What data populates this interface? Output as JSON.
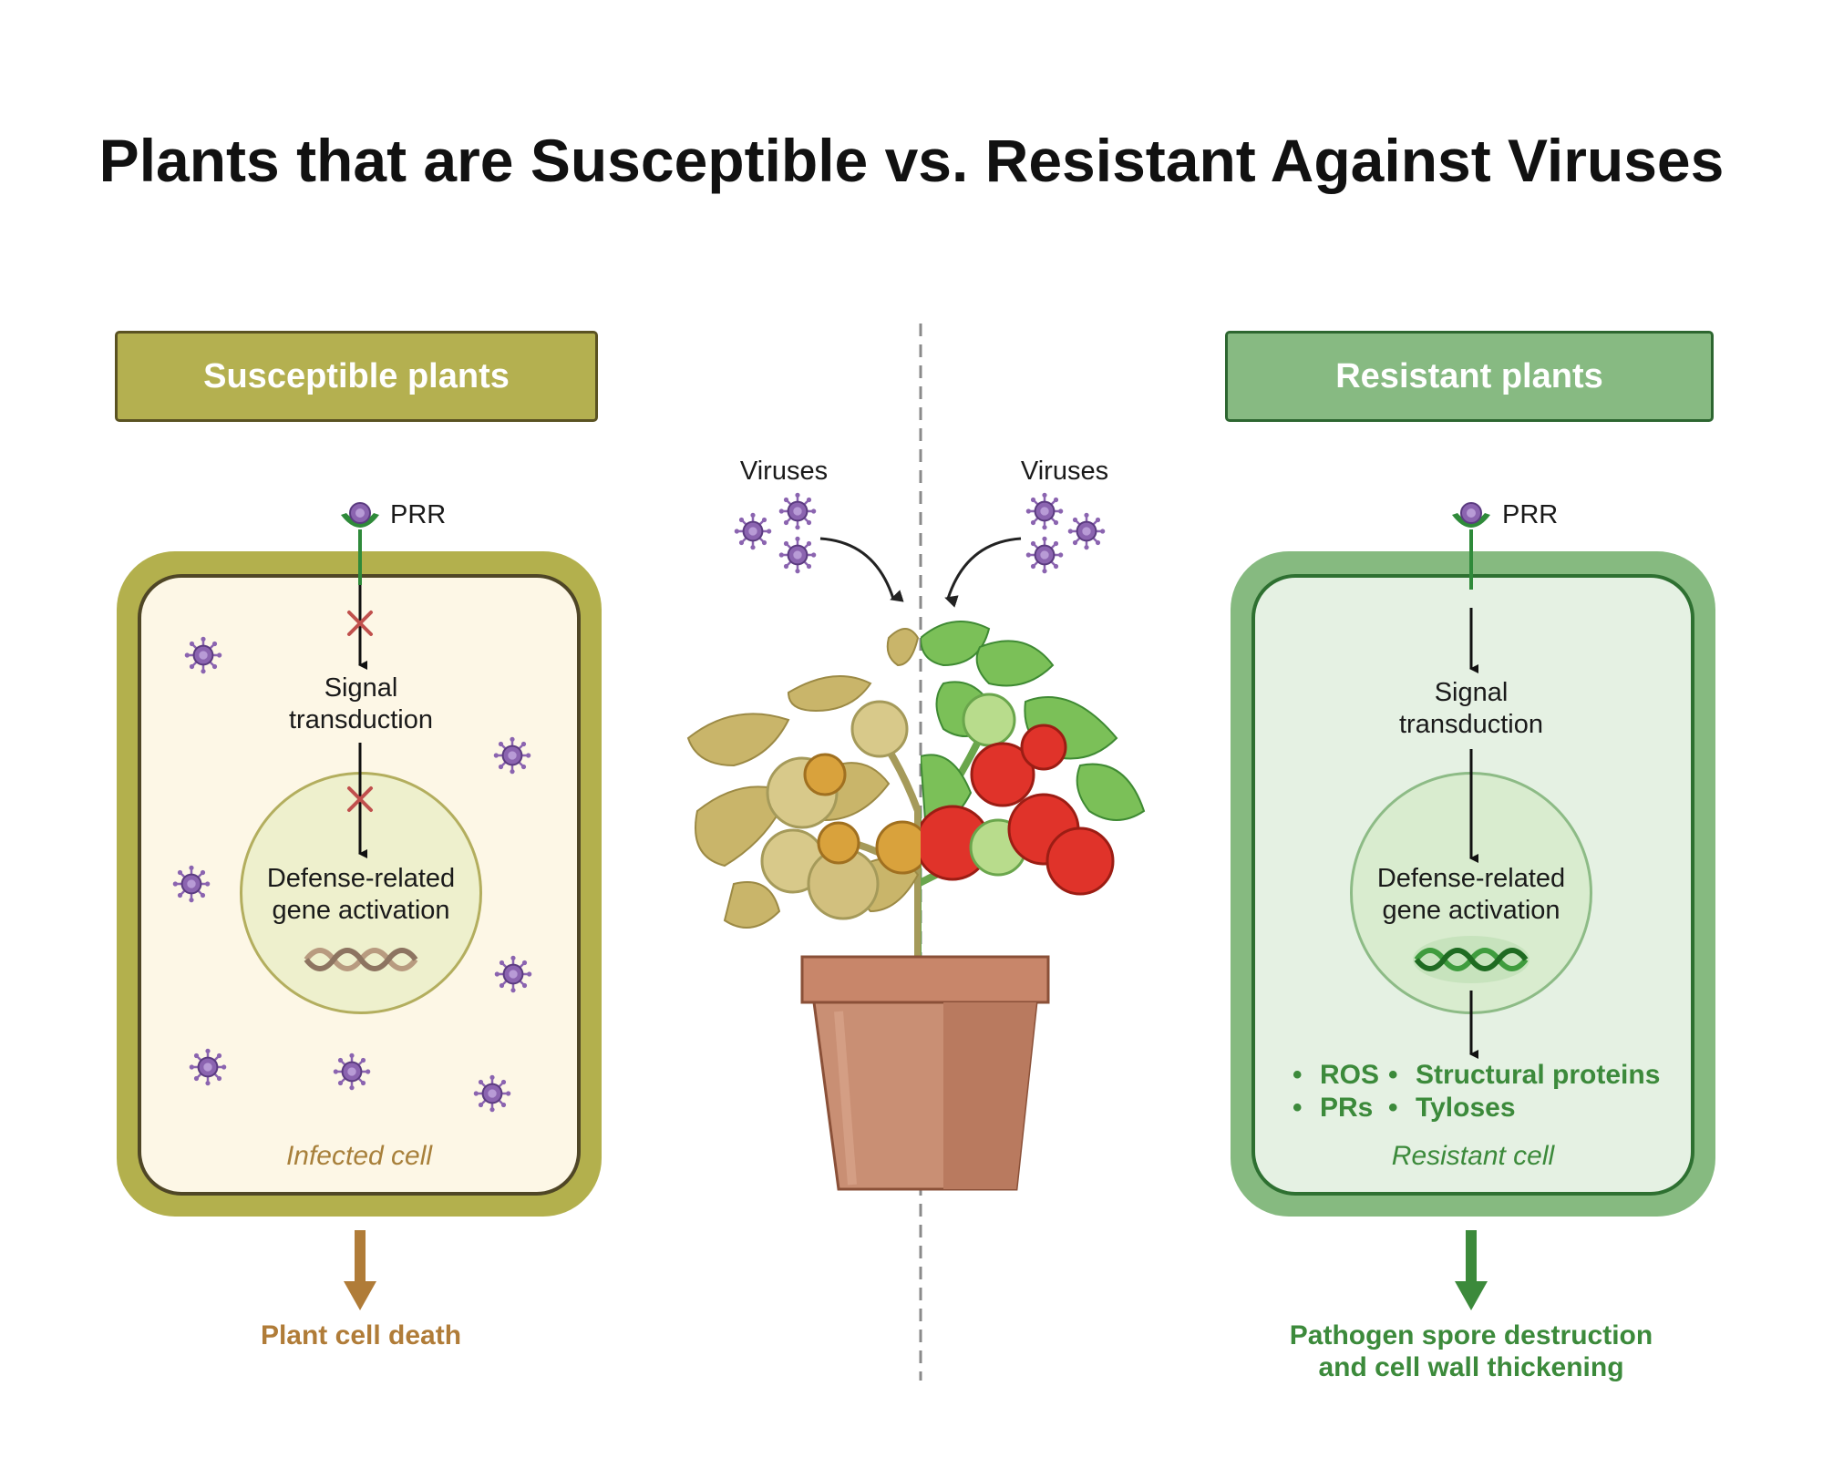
{
  "title": "Plants that are Susceptible vs. Resistant Against Viruses",
  "left": {
    "header": "Susceptible plants",
    "receptor_label": "PRR",
    "signal_label": "Signal transduction",
    "signal_line1": "Signal",
    "signal_line2": "transduction",
    "gene_line1": "Defense-related",
    "gene_line2": "gene activation",
    "cell_label": "Infected cell",
    "outcome": "Plant cell death"
  },
  "right": {
    "header": "Resistant plants",
    "receptor_label": "PRR",
    "signal_line1": "Signal",
    "signal_line2": "transduction",
    "gene_line1": "Defense-related",
    "gene_line2": "gene activation",
    "bullets": [
      "ROS",
      "Structural proteins",
      "PRs",
      "Tyloses"
    ],
    "cell_label": "Resistant cell",
    "outcome_line1": "Pathogen spore destruction",
    "outcome_line2": "and cell wall thickening"
  },
  "center": {
    "viruses_left_label": "Viruses",
    "viruses_right_label": "Viruses"
  },
  "colors": {
    "susceptible": "#b4b050",
    "resistant": "#87ba82",
    "virus": "#8b64b0",
    "death": "#b07c38",
    "resistant_text": "#3c8a3b",
    "block_x": "#c0504d"
  }
}
